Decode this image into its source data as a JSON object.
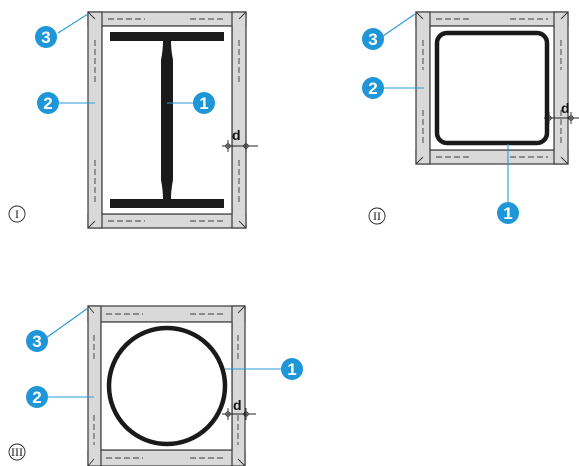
{
  "colors": {
    "callout_fill": "#1e96d8",
    "callout_text": "#ffffff",
    "board_fill": "#d9d9d9",
    "outline": "#3a3a3a",
    "steel_section": "#1a1a1a"
  },
  "dimension_label": "d",
  "figures": [
    {
      "id": "I",
      "section": "I-beam",
      "roman": "I",
      "callouts": [
        "1",
        "2",
        "3"
      ]
    },
    {
      "id": "II",
      "section": "square hollow section",
      "roman": "II",
      "callouts": [
        "1",
        "2",
        "3"
      ]
    },
    {
      "id": "III",
      "section": "circular hollow section",
      "roman": "III",
      "callouts": [
        "1",
        "2",
        "3"
      ]
    }
  ]
}
